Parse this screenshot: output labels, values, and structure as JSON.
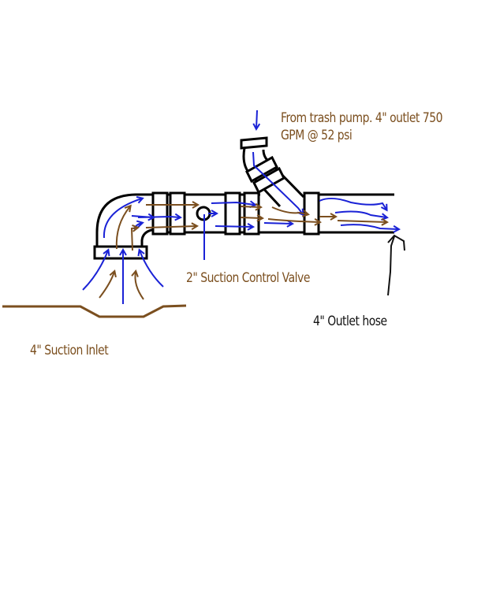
{
  "diagram": {
    "title": "Trash pump suction / jet system sketch",
    "colors": {
      "background": "#ffffff",
      "pipe_outline": "#000000",
      "water_flow": "#1a22d6",
      "debris_flow": "#7b4f1f",
      "label_text": "#7b4f1f",
      "outlet_label_text": "#111111"
    },
    "labels": {
      "pump_line1": "From trash pump.  4\" outlet 750",
      "pump_line2": "GPM @ 52 psi",
      "valve": "2\" Suction Control Valve",
      "outlet": "4\" Outlet hose",
      "inlet": "4\" Suction Inlet"
    },
    "components": [
      {
        "id": "suction-inlet",
        "name": "4\" Suction Inlet"
      },
      {
        "id": "elbow",
        "name": "90° elbow"
      },
      {
        "id": "coupler-1",
        "name": "Pipe coupler"
      },
      {
        "id": "control-valve",
        "name": "2\" Suction Control Valve"
      },
      {
        "id": "coupler-2",
        "name": "Pipe coupler"
      },
      {
        "id": "pump-inlet",
        "name": "45° angled inlet from trash pump"
      },
      {
        "id": "coupler-3",
        "name": "Pipe coupler"
      },
      {
        "id": "outlet-hose",
        "name": "4\" Outlet hose"
      }
    ]
  }
}
